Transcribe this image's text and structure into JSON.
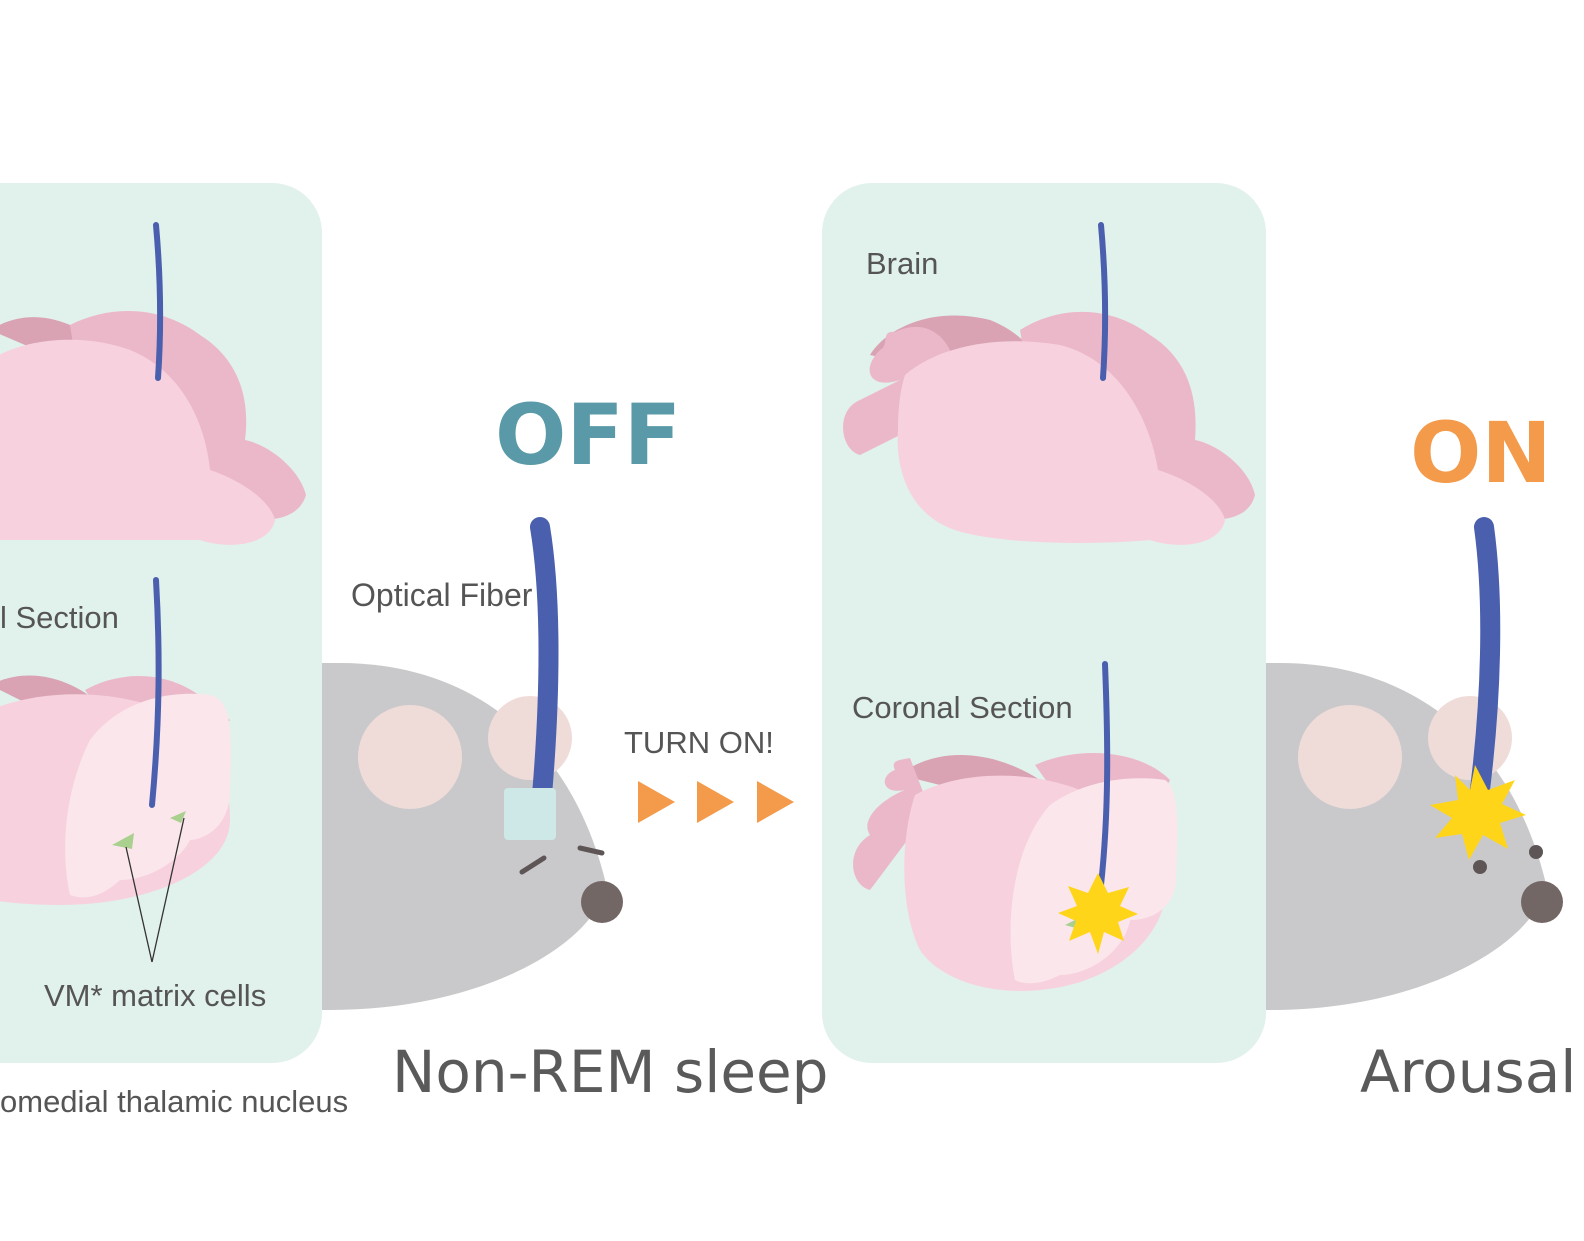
{
  "left_panel": {
    "section_label": "l Section",
    "cells_label": "VM* matrix cells",
    "footnote": "omedial thalamic nucleus"
  },
  "left_state": {
    "switch": "OFF",
    "fiber_label": "Optical Fiber",
    "caption": "Non-REM sleep"
  },
  "transition": {
    "label": "TURN ON!",
    "arrow_count": 3
  },
  "right_panel": {
    "brain_label": "Brain",
    "section_label": "Coronal Section"
  },
  "right_state": {
    "switch": "ON",
    "caption": "Arousal"
  },
  "colors": {
    "panel_bg": "#e1f1ec",
    "brain_light": "#f7d2de",
    "brain_mid": "#ebb8ca",
    "brain_dark": "#d9a3b3",
    "section_cut": "#fbe6ec",
    "fiber": "#4a5fae",
    "mouse_body": "#c9c9cb",
    "mouse_ear": "#efdcd9",
    "mouse_nose": "#726765",
    "off_color": "#5a9aa8",
    "on_color": "#f39a4b",
    "arrow_color": "#f39a4b",
    "star_color": "#ffd51a",
    "cell_color": "#a9d08e",
    "fiber_tip_off": "#cde8e6"
  }
}
